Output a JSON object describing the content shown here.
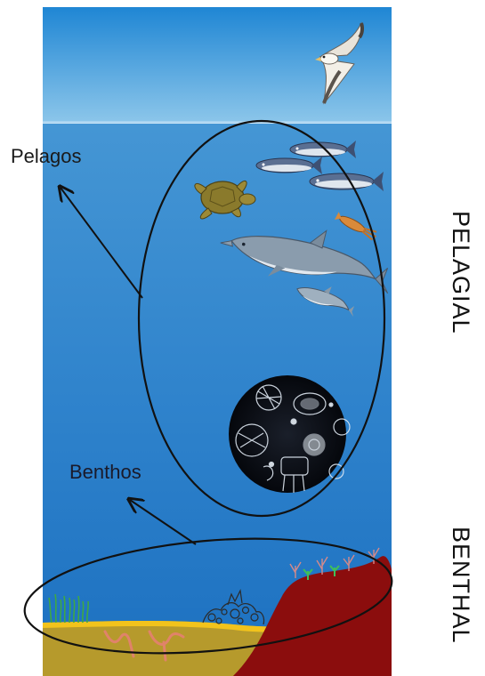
{
  "labels": {
    "pelagos": "Pelagos",
    "benthos": "Benthos",
    "pelagial": "PELAGIAL",
    "benthal": "BENTHAL"
  },
  "colors": {
    "sky_top": "#1f86d4",
    "sky_bottom": "#8cc6ea",
    "sea_top": "#2f7fc6",
    "sea_bottom": "#1b6fc0",
    "sediment": "#c9a227",
    "sediment_top": "#f2c31c",
    "rock": "#8b0d0d",
    "outline": "#111111"
  },
  "icons": [
    "albatross-icon",
    "tuna-icon",
    "sea-turtle-icon",
    "dolphin-icon",
    "squid-icon",
    "plankton-micrograph",
    "seagrass-icon",
    "worm-burrow-icon",
    "coral-rubble-icon",
    "sea-fan-icon"
  ]
}
